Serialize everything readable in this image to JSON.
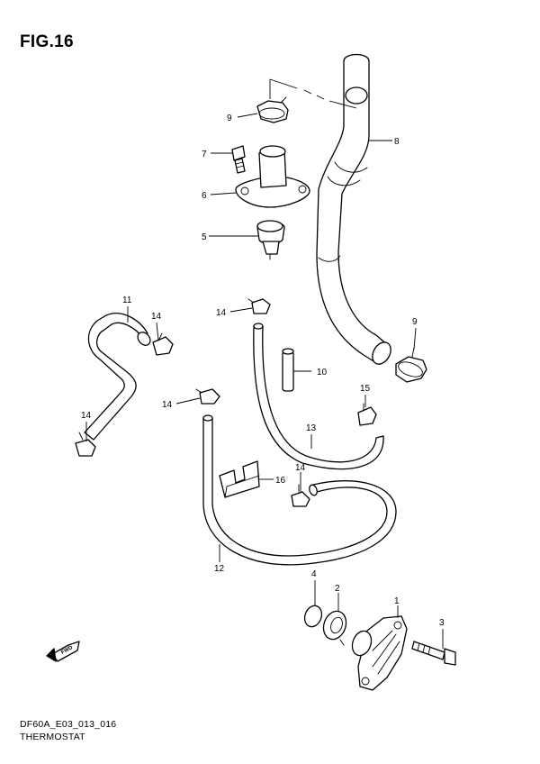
{
  "figure": {
    "title": "FIG.16",
    "drawing_code": "DF60A_E03_013_016",
    "name": "THERMOSTAT"
  },
  "direction_marker": {
    "label": "FWD",
    "icon": "forward-arrow-icon"
  },
  "callouts": {
    "c9a": "9",
    "c7": "7",
    "c6": "6",
    "c5": "5",
    "c8": "8",
    "c11": "11",
    "c14a": "14",
    "c14b": "14",
    "c14c": "14",
    "c14d": "14",
    "c14e": "14",
    "c9b": "9",
    "c10": "10",
    "c15": "15",
    "c13": "13",
    "c16": "16",
    "c12": "12",
    "c4": "4",
    "c2": "2",
    "c1": "1",
    "c3": "3"
  }
}
